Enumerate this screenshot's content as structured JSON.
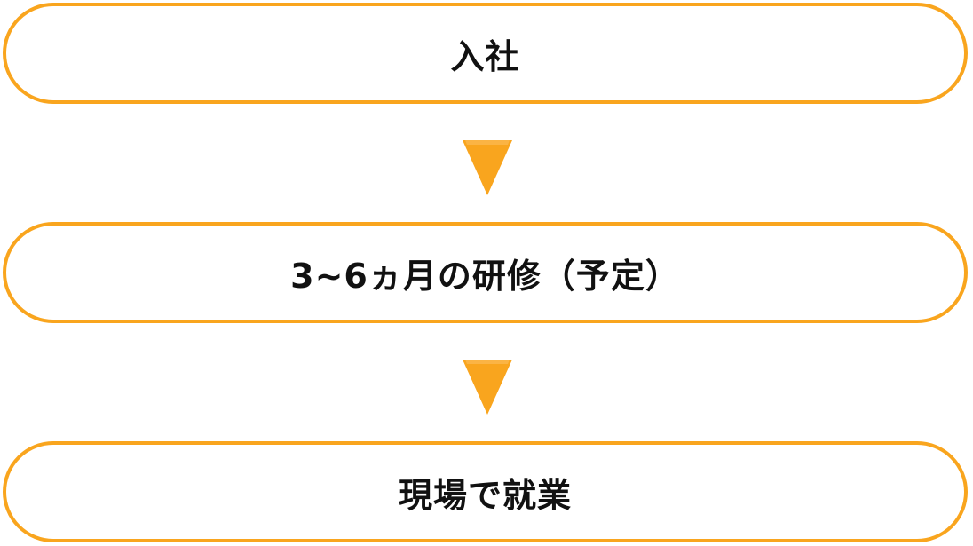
{
  "flow": {
    "steps": [
      {
        "label": "入社"
      },
      {
        "label": "3~6ヵ月の研修（予定）"
      },
      {
        "label": "現場で就業"
      }
    ],
    "colors": {
      "accent": "#f9a51e",
      "text": "#111111",
      "background": "#ffffff"
    }
  }
}
